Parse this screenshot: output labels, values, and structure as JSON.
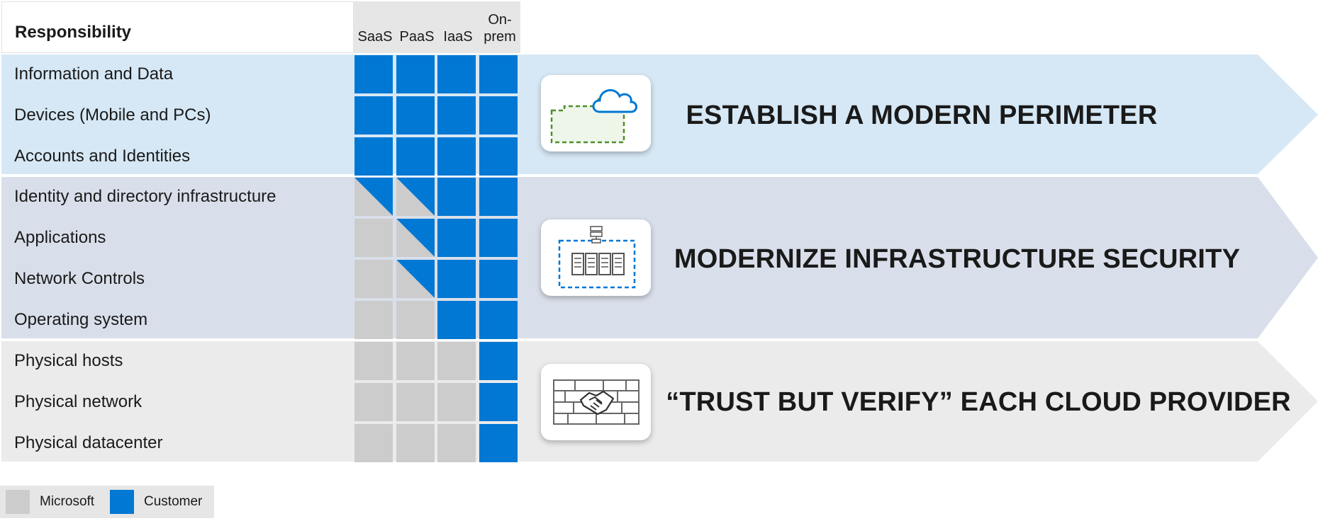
{
  "header": {
    "responsibility": "Responsibility",
    "columns": [
      {
        "key": "saas",
        "label": "SaaS"
      },
      {
        "key": "paas",
        "label": "PaaS"
      },
      {
        "key": "iaas",
        "label": "IaaS"
      },
      {
        "key": "onprem",
        "label": "On-\nprem"
      }
    ]
  },
  "rows": [
    {
      "label": "Information and Data",
      "group": 0,
      "cells": [
        "C",
        "C",
        "C",
        "C"
      ]
    },
    {
      "label": "Devices (Mobile and PCs)",
      "group": 0,
      "cells": [
        "C",
        "C",
        "C",
        "C"
      ]
    },
    {
      "label": "Accounts and Identities",
      "group": 0,
      "cells": [
        "C",
        "C",
        "C",
        "C"
      ]
    },
    {
      "label": "Identity and directory infrastructure",
      "group": 1,
      "cells": [
        "S",
        "S",
        "C",
        "C"
      ]
    },
    {
      "label": "Applications",
      "group": 1,
      "cells": [
        "M",
        "S",
        "C",
        "C"
      ]
    },
    {
      "label": "Network Controls",
      "group": 1,
      "cells": [
        "M",
        "S",
        "C",
        "C"
      ]
    },
    {
      "label": "Operating system",
      "group": 1,
      "cells": [
        "M",
        "M",
        "C",
        "C"
      ]
    },
    {
      "label": "Physical hosts",
      "group": 2,
      "cells": [
        "M",
        "M",
        "M",
        "C"
      ]
    },
    {
      "label": "Physical network",
      "group": 2,
      "cells": [
        "M",
        "M",
        "M",
        "C"
      ]
    },
    {
      "label": "Physical datacenter",
      "group": 2,
      "cells": [
        "M",
        "M",
        "M",
        "C"
      ]
    }
  ],
  "bands": [
    {
      "text": "ESTABLISH A MODERN PERIMETER",
      "icon": "cloud-perimeter-icon",
      "color": "#d6e8f5"
    },
    {
      "text": "MODERNIZE INFRASTRUCTURE SECURITY",
      "icon": "server-infrastructure-icon",
      "color": "#d9dfea"
    },
    {
      "text": "“TRUST BUT VERIFY” EACH CLOUD PROVIDER",
      "icon": "handshake-wall-icon",
      "color": "#ebebeb"
    }
  ],
  "legend": {
    "microsoft": "Microsoft",
    "customer": "Customer"
  },
  "colors": {
    "customer": "#0078d4",
    "microsoft": "#cccccc",
    "group_backgrounds": [
      "#d6e8f5",
      "#d9dfea",
      "#ebebeb"
    ]
  }
}
